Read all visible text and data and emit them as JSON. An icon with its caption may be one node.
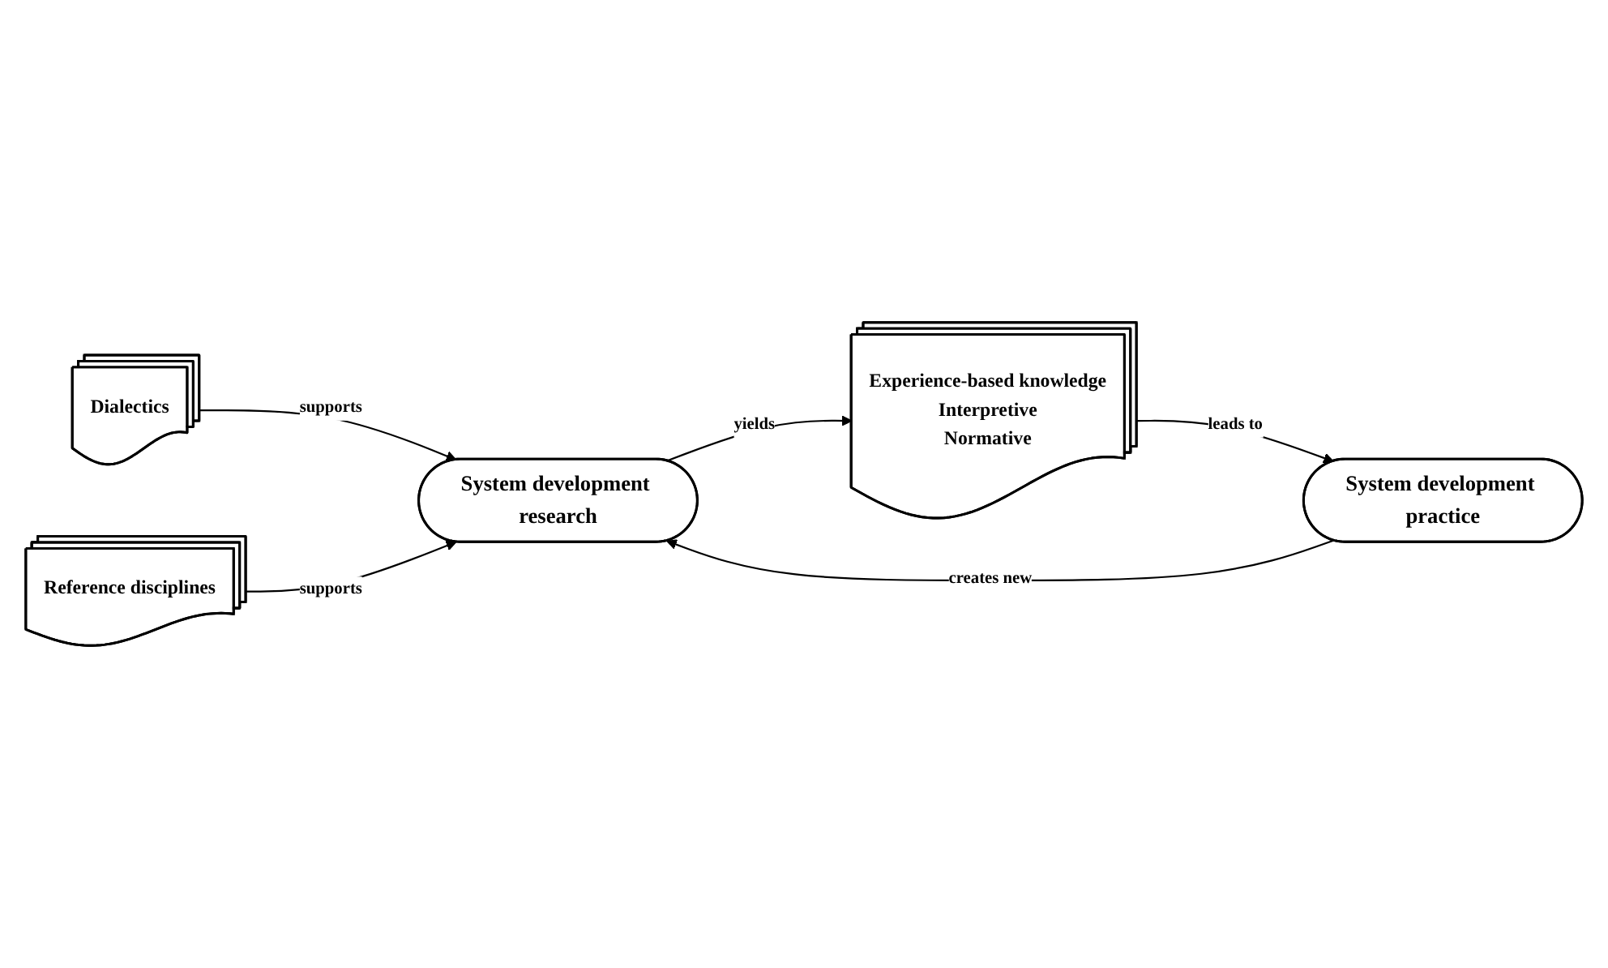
{
  "diagram": {
    "nodes": [
      {
        "text": [
          "Dialectics"
        ]
      },
      {
        "text": [
          "Reference disciplines"
        ]
      },
      {
        "text": [
          "Experience-based knowledge",
          "Interpretive",
          "Normative"
        ]
      },
      {
        "text": [
          "System development research"
        ]
      },
      {
        "text": [
          "System development practice"
        ]
      }
    ],
    "edges": [
      {
        "from": 0,
        "to": 3,
        "label": "supports",
        "arrow": "to"
      },
      {
        "from": 1,
        "to": 3,
        "label": "supports",
        "arrow": "to"
      },
      {
        "from": 3,
        "to": 2,
        "label": "yields",
        "arrow": "to"
      },
      {
        "from": 2,
        "to": 4,
        "label": "leads to",
        "arrow": "to"
      },
      {
        "from": 4,
        "to": 3,
        "label": "creates new",
        "arrow": "to"
      }
    ]
  }
}
